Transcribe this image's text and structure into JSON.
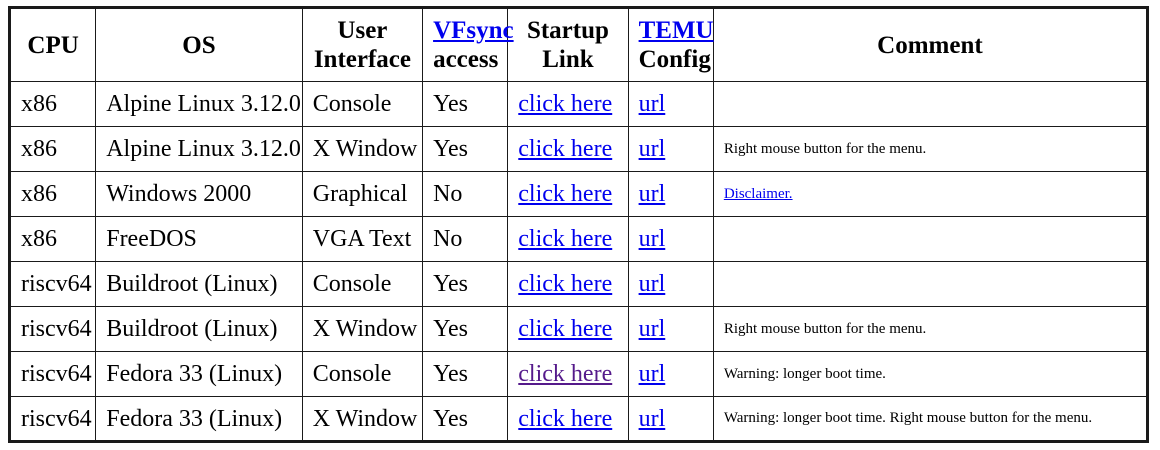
{
  "table": {
    "columns": [
      {
        "key": "cpu",
        "label": "CPU",
        "label_line2": "",
        "link_part": ""
      },
      {
        "key": "os",
        "label": "OS",
        "label_line2": "",
        "link_part": ""
      },
      {
        "key": "ui",
        "label": "User",
        "label_line2": "Interface",
        "link_part": ""
      },
      {
        "key": "vfsync",
        "label": "VFsync",
        "label_line2": "access",
        "link_part": "VFsync"
      },
      {
        "key": "startup",
        "label": "Startup",
        "label_line2": "Link",
        "link_part": ""
      },
      {
        "key": "temu",
        "label": "TEMU",
        "label_line2": "Config",
        "link_part": "TEMU"
      },
      {
        "key": "comment",
        "label": "Comment",
        "label_line2": "",
        "link_part": ""
      }
    ],
    "rows": [
      {
        "cpu": "x86",
        "os": "Alpine Linux 3.12.0",
        "ui": "Console",
        "vfsync": "Yes",
        "startup": "click here",
        "startup_state": "unvisited",
        "temu": "url",
        "temu_state": "unvisited",
        "comment": "",
        "comment_link": ""
      },
      {
        "cpu": "x86",
        "os": "Alpine Linux 3.12.0",
        "ui": "X Window",
        "vfsync": "Yes",
        "startup": "click here",
        "startup_state": "unvisited",
        "temu": "url",
        "temu_state": "unvisited",
        "comment": "Right mouse button for the menu.",
        "comment_link": ""
      },
      {
        "cpu": "x86",
        "os": "Windows 2000",
        "ui": "Graphical",
        "vfsync": "No",
        "startup": "click here",
        "startup_state": "unvisited",
        "temu": "url",
        "temu_state": "unvisited",
        "comment": "",
        "comment_link": "Disclaimer."
      },
      {
        "cpu": "x86",
        "os": "FreeDOS",
        "ui": "VGA Text",
        "vfsync": "No",
        "startup": "click here",
        "startup_state": "unvisited",
        "temu": "url",
        "temu_state": "unvisited",
        "comment": "",
        "comment_link": ""
      },
      {
        "cpu": "riscv64",
        "os": "Buildroot (Linux)",
        "ui": "Console",
        "vfsync": "Yes",
        "startup": "click here",
        "startup_state": "unvisited",
        "temu": "url",
        "temu_state": "unvisited",
        "comment": "",
        "comment_link": ""
      },
      {
        "cpu": "riscv64",
        "os": "Buildroot (Linux)",
        "ui": "X Window",
        "vfsync": "Yes",
        "startup": "click here",
        "startup_state": "unvisited",
        "temu": "url",
        "temu_state": "unvisited",
        "comment": "Right mouse button for the menu.",
        "comment_link": ""
      },
      {
        "cpu": "riscv64",
        "os": "Fedora 33 (Linux)",
        "ui": "Console",
        "vfsync": "Yes",
        "startup": "click here",
        "startup_state": "visited",
        "temu": "url",
        "temu_state": "unvisited",
        "comment": "Warning: longer boot time.",
        "comment_link": ""
      },
      {
        "cpu": "riscv64",
        "os": "Fedora 33 (Linux)",
        "ui": "X Window",
        "vfsync": "Yes",
        "startup": "click here",
        "startup_state": "unvisited",
        "temu": "url",
        "temu_state": "unvisited",
        "comment": "Warning: longer boot time. Right mouse button for the menu.",
        "comment_link": ""
      }
    ]
  },
  "colors": {
    "link": "#0000ee",
    "visited_link": "#551a8b",
    "border": "#1a1a1a",
    "text": "#000000",
    "background": "#ffffff"
  }
}
